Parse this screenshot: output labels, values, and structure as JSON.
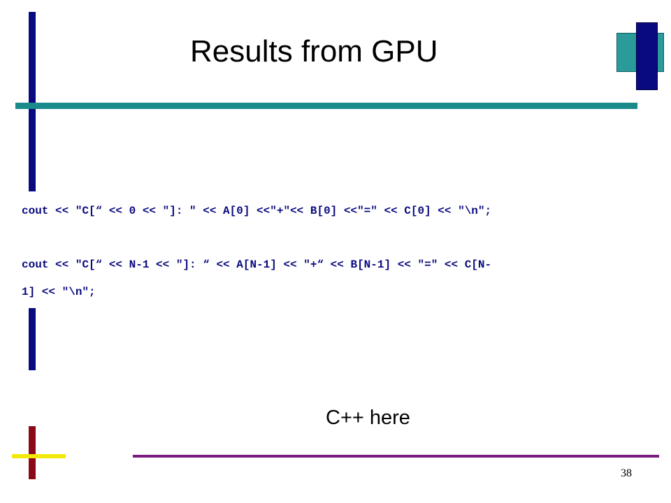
{
  "slide": {
    "title": "Results from GPU",
    "code_lines": [
      "cout << \"C[“ << 0 << \"]: \" << A[0] <<\"+\"<< B[0] <<\"=\" << C[0] << \"\\n\";",
      "cout << \"C[“ << N-1 << \"]: “ << A[N-1] << \"+“ << B[N-1] << \"=\" << C[N-",
      "1] << \"\\n\";"
    ],
    "caption": "C++ here",
    "page_number": "38"
  },
  "colors": {
    "navy": "#0a0a80",
    "teal": "#1a8a8a",
    "maroon": "#8a0a1a",
    "yellow": "#f2e90a",
    "purple": "#7a1a80"
  }
}
